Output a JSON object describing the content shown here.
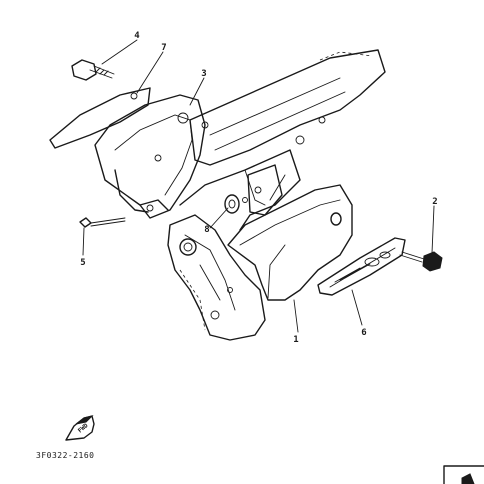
{
  "callouts": [
    {
      "label": "1"
    },
    {
      "label": "2"
    },
    {
      "label": "3"
    },
    {
      "label": "4"
    },
    {
      "label": "5"
    },
    {
      "label": "6"
    },
    {
      "label": "7"
    },
    {
      "label": "8"
    }
  ],
  "fwd_label": "FWD",
  "diagram_code": "3F0322-2160"
}
